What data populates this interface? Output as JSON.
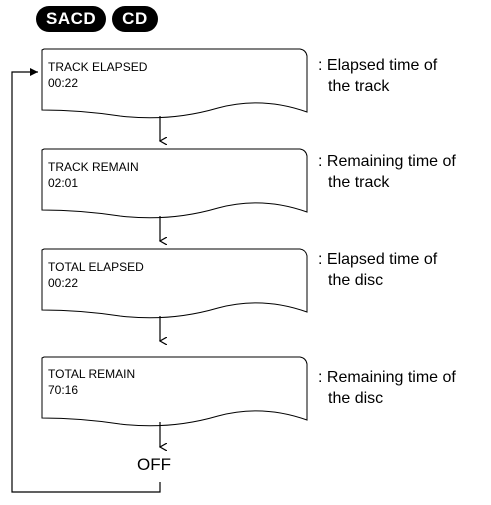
{
  "badges": [
    "SACD",
    "CD"
  ],
  "modes": [
    {
      "title": "TRACK ELAPSED",
      "time": "00:22",
      "desc_line1": ": Elapsed time of",
      "desc_line2": "the track"
    },
    {
      "title": "TRACK REMAIN",
      "time": "02:01",
      "desc_line1": ": Remaining time of",
      "desc_line2": "the track"
    },
    {
      "title": "TOTAL ELAPSED",
      "time": "00:22",
      "desc_line1": ": Elapsed time of",
      "desc_line2": "the disc"
    },
    {
      "title": "TOTAL REMAIN",
      "time": "70:16",
      "desc_line1": ": Remaining time of",
      "desc_line2": "the disc"
    }
  ],
  "off_label": "OFF"
}
